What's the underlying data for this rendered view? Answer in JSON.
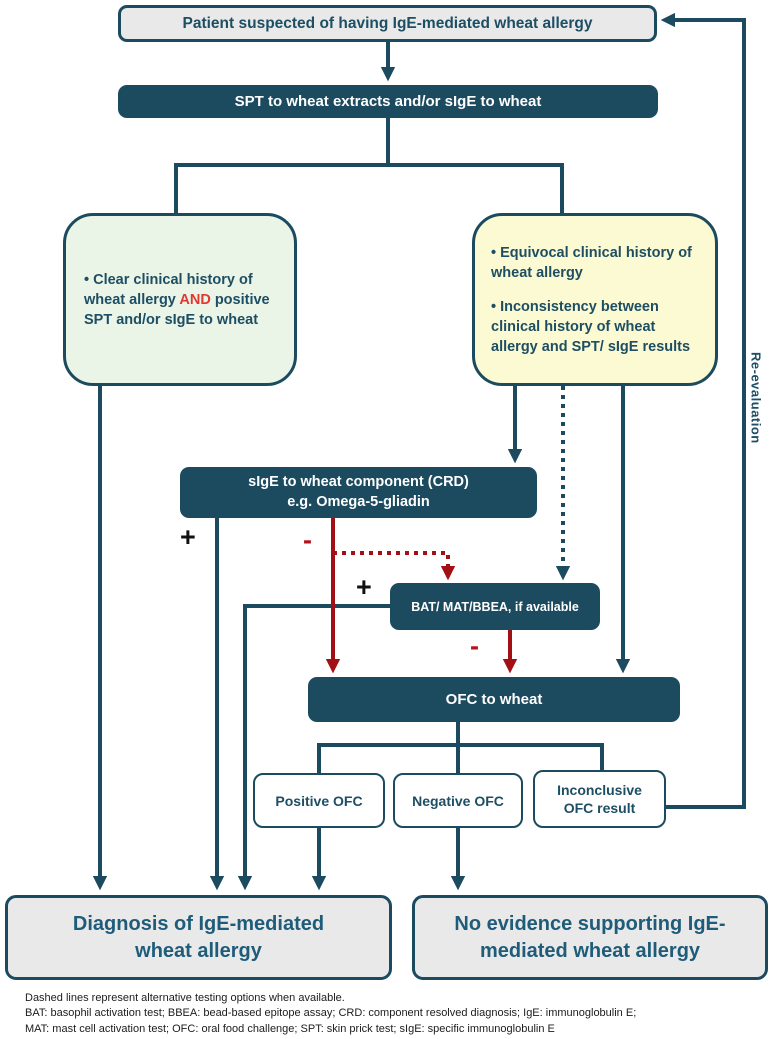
{
  "flowchart": {
    "patient_box": "Patient suspected of having IgE-mediated wheat allergy",
    "spt_box": "SPT to wheat extracts and/or sIgE to wheat",
    "clear_history_box": {
      "text_before": "• Clear clinical history of wheat allergy ",
      "highlight": "AND",
      "text_after": " positive SPT and/or sIgE to wheat"
    },
    "equivocal_box": {
      "bullet1": "• Equivocal clinical history of wheat allergy",
      "bullet2": "• Inconsistency between clinical history of wheat allergy and SPT/ sIgE results"
    },
    "crd_box": {
      "line1": "sIgE to wheat component (CRD)",
      "line2": "e.g. Omega-5-gliadin"
    },
    "bat_box": "BAT/ MAT/BBEA, if available",
    "ofc_box": "OFC to wheat",
    "positive_ofc_box": "Positive OFC",
    "negative_ofc_box": "Negative OFC",
    "inconclusive_box": "Inconclusive OFC result",
    "diagnosis_box": "Diagnosis of IgE-mediated wheat allergy",
    "no_evidence_box": "No evidence supporting IgE-mediated wheat allergy",
    "re_evaluation_label": "Re-evaluation",
    "signs": {
      "crd_positive": "+",
      "crd_negative": "-",
      "bat_positive": "+",
      "bat_negative": "-"
    }
  },
  "footnotes": {
    "line1": "Dashed lines represent alternative testing options when available.",
    "line2": "BAT: basophil activation test; BBEA: bead-based epitope assay; CRD: component resolved diagnosis; IgE: immunoglobulin E;",
    "line3": "MAT: mast cell activation test; OFC: oral food challenge; SPT: skin prick test; sIgE: specific immunoglobulin E"
  },
  "colors": {
    "teal": "#1c4b60",
    "gray_fill": "#e9e9e9",
    "green_fill": "#eaf4e7",
    "yellow_fill": "#fbfad2",
    "red_arrow": "#a21016",
    "and_highlight_red": "#e03a2f"
  }
}
